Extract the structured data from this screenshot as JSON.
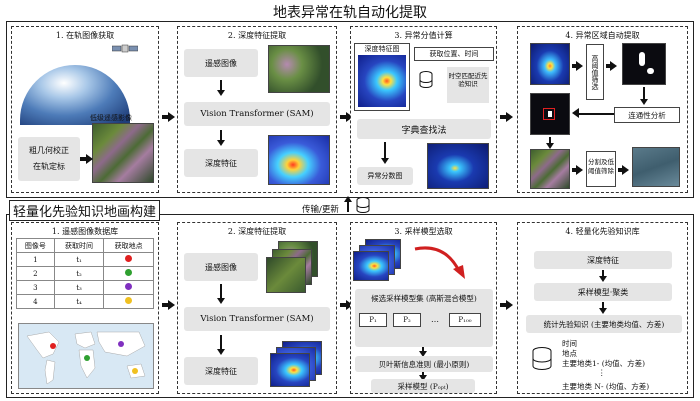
{
  "title_top": "地表异常在轨自动化提取",
  "title_bottom": "轻量化先验知识地画构建",
  "transfer_label": "传输/更新",
  "top": {
    "p1": {
      "header": "1. 在轨图像获取",
      "img_label": "低级遥感影像",
      "box": "粗几何校正\n在轨定标"
    },
    "p2": {
      "header": "2. 深度特征提取",
      "remote": "遥感图像",
      "vit": "Vision Transformer (SAM)",
      "feature": "深度特征"
    },
    "p3": {
      "header": "3. 异常分值计算",
      "feature_map": "深度特征图",
      "get_pos": "获取位置、时间",
      "match": "时空匹配近先验知识",
      "lookup": "字典查找法",
      "score_map": "异常分数图"
    },
    "p4": {
      "header": "4. 异常区域自动提取",
      "threshold": "高阈值筛选",
      "connect": "连通性分析",
      "segment": "分割及低阈值筛除"
    }
  },
  "bottom": {
    "p1": {
      "header": "1. 遥感图像数据库",
      "cols": [
        "图像号",
        "获取时间",
        "获取地点"
      ],
      "rows": [
        [
          "1",
          "t₁"
        ],
        [
          "2",
          "t₂"
        ],
        [
          "3",
          "t₃"
        ],
        [
          "4",
          "t₄"
        ]
      ],
      "dot_colors": [
        "#e02020",
        "#2fa030",
        "#8030c0",
        "#f0c020"
      ]
    },
    "p2": {
      "header": "2. 深度特征提取",
      "remote": "遥感图像",
      "vit": "Vision Transformer (SAM)",
      "feature": "深度特征"
    },
    "p3": {
      "header": "3. 采样模型选取",
      "candidate": "候选采样模型集 (高斯混合模型)",
      "models": [
        "P₁",
        "P₂",
        "…",
        "P₁₀₀"
      ],
      "bic": "贝叶斯信息准则 (最小原则)",
      "optimal": "采样模型 (Pₒₚₜ)"
    },
    "p4": {
      "header": "4. 轻量化先验知识库",
      "feature": "深度特征",
      "cluster": "采样模型·聚类",
      "stats": "统计先验知识 (主要地类均值、方差)",
      "time": "时间",
      "place": "地点",
      "class1": "主要地类1- (均值、方差)",
      "dots": "⋮",
      "classN": "主要地类 N- (均值、方差)"
    }
  }
}
